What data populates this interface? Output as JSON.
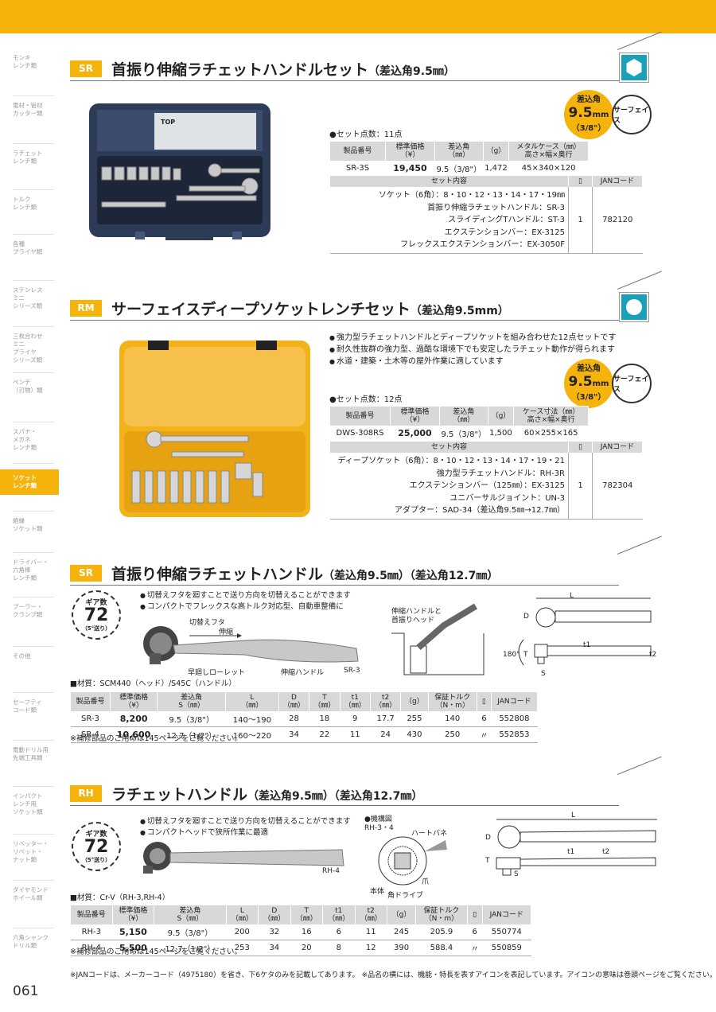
{
  "sidebar": [
    "モンキ\nレンチ類",
    "電材・管材\nカッター類",
    "ラチェット\nレンチ類",
    "トルク\nレンチ類",
    "各種\nプライヤ類",
    "ステンレス\nミニ\nシリーズ類",
    "三枚合わせ\nミニ\nプライヤ\nシリーズ類",
    "ペンチ\n（刃物）類",
    "スパナ・\nメガネ\nレンチ類",
    "ソケット\nレンチ類",
    "絶縁\nソケット類",
    "ドライバー・\n六角棒\nレンチ類",
    "プーラー・\nクランプ類",
    "その他",
    "セーフティ\nコード類",
    "電動ドリル用\n先端工具類",
    "インパクト\nレンチ用\nソケット類",
    "リベッター・\nリベット・\nナット類",
    "ダイヤモンド\nホイール類",
    "六角シャンク\nドリル類"
  ],
  "page_number": "061",
  "footer_note": "※JANコードは、メーカーコード（4975180）を省き、下6ケタのみを記載してあります。 ※品名の横には、機能・特長を表すアイコンを表記しています。アイコンの意味は巻頭ページをご覧ください。",
  "badge": {
    "sq": "差込角",
    "size": "9.5",
    "unit": "mm",
    "inch": "（3/8\"）",
    "surface": "サーフェイス"
  },
  "sec1": {
    "tag": "SR",
    "title": "首振り伸縮ラチェットハンドルセット",
    "title_sub": "（差込角9.5㎜）",
    "set_count": "●セット点数：11点",
    "headers": [
      "製品番号",
      "標準価格\n（¥）",
      "差込角\n（㎜）",
      "（g）",
      "メタルケース（㎜）\n高さ×幅×奥行"
    ],
    "row": [
      "SR-3S",
      "19,450",
      "9.5（3/8\"）",
      "1,472",
      "45×340×120"
    ],
    "cont_headers": [
      "セット内容",
      "JANコード"
    ],
    "contents": [
      "ソケット（6角）：8・10・12・13・14・17・19㎜",
      "首振り伸縮ラチェットハンドル：SR-3",
      "スライディングTハンドル：ST-3",
      "エクステンションバー：EX-3125",
      "フレックスエクステンションバー：EX-3050F"
    ],
    "qty": "1",
    "jan": "782120",
    "case_label": "TOP"
  },
  "sec2": {
    "tag": "RM",
    "title": "サーフェイスディープソケットレンチセット",
    "title_sub": "（差込角9.5mm）",
    "features": [
      "強力型ラチェットハンドルとディープソケットを組み合わせた12点セットです",
      "耐久性抜群の強力型、過酷な環境下でも安定したラチェット動作が得られます",
      "水道・建築・土木等の屋外作業に適しています"
    ],
    "set_count": "●セット点数：12点",
    "headers": [
      "製品番号",
      "標準価格\n（¥）",
      "差込角\n（㎜）",
      "（g）",
      "ケース寸法（㎜）\n高さ×幅×奥行"
    ],
    "row": [
      "DWS-308RS",
      "25,000",
      "9.5（3/8\"）",
      "1,500",
      "60×255×165"
    ],
    "cont_headers": [
      "セット内容",
      "JANコード"
    ],
    "contents": [
      "ディープソケット（6角）：8・10・12・13・14・17・19・21",
      "強力型ラチェットハンドル：RH-3R",
      "エクステンションバー（125㎜）：EX-3125",
      "ユニバーサルジョイント：UN-3",
      "アダプター：SAD-34（差込角9.5㎜→12.7㎜）"
    ],
    "qty": "1",
    "jan": "782304"
  },
  "sec3": {
    "tag": "SR",
    "title": "首振り伸縮ラチェットハンドル",
    "title_sub": "（差込角9.5㎜）（差込角12.7㎜）",
    "gear": {
      "l1": "ギア数",
      "n": "72",
      "l3": "（5°送り）"
    },
    "features": [
      "切替えフタを廻すことで送り方向を切替えることができます",
      "コンパクトでフレックスな高トルク対応型、自動車整備に"
    ],
    "labels": {
      "switch": "切替えフタ",
      "extend": "伸縮",
      "roller": "早廻しローレット",
      "handle": "伸縮ハンドル",
      "model": "SR-3",
      "head": "伸縮ハンドルと\n首振りヘッド",
      "L": "L",
      "D": "D",
      "T": "T",
      "S": "S",
      "t1": "t1",
      "t2": "t2",
      "angle": "180°"
    },
    "material": "■材質：SCM440（ヘッド）/S45C（ハンドル）",
    "headers": [
      "製品番号",
      "標準価格\n（¥）",
      "差込角\nS（㎜）",
      "L\n（㎜）",
      "D\n（㎜）",
      "T\n（㎜）",
      "t1\n（㎜）",
      "t2\n（㎜）",
      "（g）",
      "保証トルク\n（N・m）",
      "",
      "JANコード"
    ],
    "rows": [
      [
        "SR-3",
        "8,200",
        "9.5（3/8\"）",
        "140〜190",
        "28",
        "18",
        "9",
        "17.7",
        "255",
        "140",
        "6",
        "552808"
      ],
      [
        "SR-4",
        "10,600",
        "12.7（1/2\"）",
        "160〜220",
        "34",
        "22",
        "11",
        "24",
        "430",
        "250",
        "〃",
        "552853"
      ]
    ],
    "note": "※補修部品のご用命は145ページをご覧ください。"
  },
  "sec4": {
    "tag": "RH",
    "title": "ラチェットハンドル",
    "title_sub": "（差込角9.5㎜）（差込角12.7㎜）",
    "gear": {
      "l1": "ギア数",
      "n": "72",
      "l3": "（5°送り）"
    },
    "features": [
      "切替えフタを廻すことで送り方向を切替えることができます",
      "コンパクトヘッドで狭所作業に最適"
    ],
    "mech_title": "●機構図\nRH-3・4",
    "labels": {
      "spring": "ハートバネ",
      "body": "本体",
      "claw": "爪",
      "drive": "角ドライブ",
      "model": "RH-4",
      "L": "L",
      "D": "D",
      "T": "T",
      "S": "S",
      "t1": "t1",
      "t2": "t2"
    },
    "material": "■材質：Cr-V（RH-3,RH-4）",
    "headers": [
      "製品番号",
      "標準価格\n（¥）",
      "差込角\nS（㎜）",
      "L\n（㎜）",
      "D\n（㎜）",
      "T\n（㎜）",
      "t1\n（㎜）",
      "t2\n（㎜）",
      "（g）",
      "保証トルク\n（N・m）",
      "",
      "JANコード"
    ],
    "rows": [
      [
        "RH-3",
        "5,150",
        "9.5（3/8\"）",
        "200",
        "32",
        "16",
        "6",
        "11",
        "245",
        "205.9",
        "6",
        "550774"
      ],
      [
        "RH-4",
        "5,500",
        "12.7（1/2\"）",
        "253",
        "34",
        "20",
        "8",
        "12",
        "390",
        "588.4",
        "〃",
        "550859"
      ]
    ],
    "note": "※補修部品のご用命は145ページをご覧ください。"
  }
}
